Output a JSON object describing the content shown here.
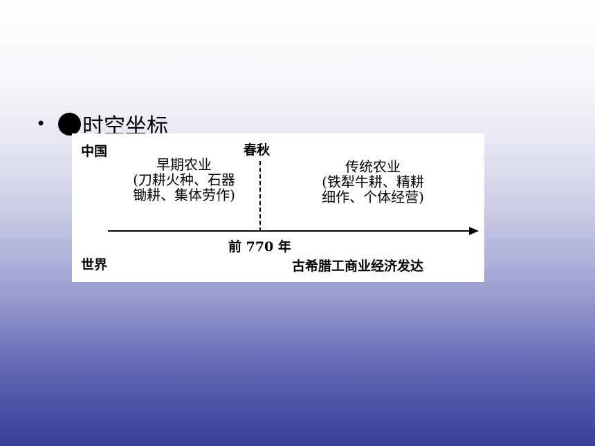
{
  "slide": {
    "bullet": "•",
    "heading": "时空坐标"
  },
  "diagram": {
    "china_label": "中国",
    "world_label": "世界",
    "period_label": "春秋",
    "date_label": "前 770 年",
    "early": {
      "title": "早期农业",
      "line1": "(刀耕火种、石器",
      "line2": "锄耕、集体劳作)"
    },
    "traditional": {
      "title": "传统农业",
      "line1": "(铁犁牛耕、精耕",
      "line2": "细作、个体经营)"
    },
    "world_event": "古希腊工商业经济发达"
  }
}
